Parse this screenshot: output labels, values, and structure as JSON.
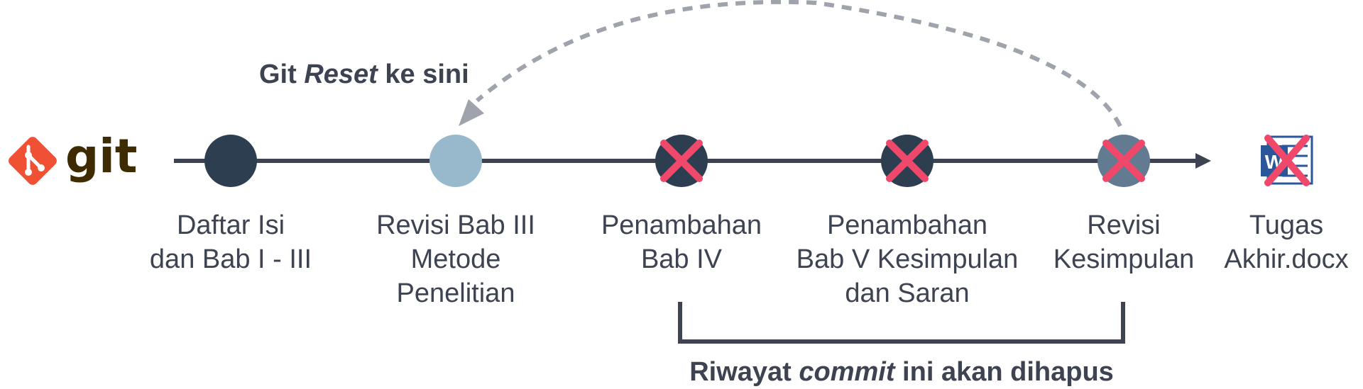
{
  "logo": {
    "text": "git",
    "icon": "git-diamond-icon"
  },
  "reset_callout": {
    "before": "Git ",
    "emphasis": "Reset",
    "after": " ke sini"
  },
  "commits": [
    {
      "label_lines": [
        "Daftar Isi",
        "dan Bab I - III"
      ],
      "color": "#2c3e50",
      "deleted": false
    },
    {
      "label_lines": [
        "Revisi Bab III",
        "Metode",
        "Penelitian"
      ],
      "color": "#98b8cb",
      "deleted": false,
      "reset_target": true
    },
    {
      "label_lines": [
        "Penambahan",
        "Bab IV"
      ],
      "color": "#2c3e50",
      "deleted": true
    },
    {
      "label_lines": [
        "Penambahan",
        "Bab V Kesimpulan",
        "dan Saran"
      ],
      "color": "#2c3e50",
      "deleted": true
    },
    {
      "label_lines": [
        "Revisi",
        "Kesimpulan"
      ],
      "color": "#637b91",
      "deleted": true,
      "reset_source": true
    }
  ],
  "output_file": {
    "label_lines": [
      "Tugas",
      "Akhir.docx"
    ],
    "icon": "word-document-icon",
    "icon_letter": "W",
    "deleted": true
  },
  "bracket_caption": {
    "before": "Riwayat ",
    "emphasis": "commit",
    "after": " ini akan dihapus"
  },
  "colors": {
    "timeline": "#3d4350",
    "cross": "#f0486b",
    "arc": "#9fa3ab",
    "git_orange": "#f05033",
    "git_text": "#3e2c00",
    "word_blue": "#2b579a",
    "text": "#3d4350"
  }
}
